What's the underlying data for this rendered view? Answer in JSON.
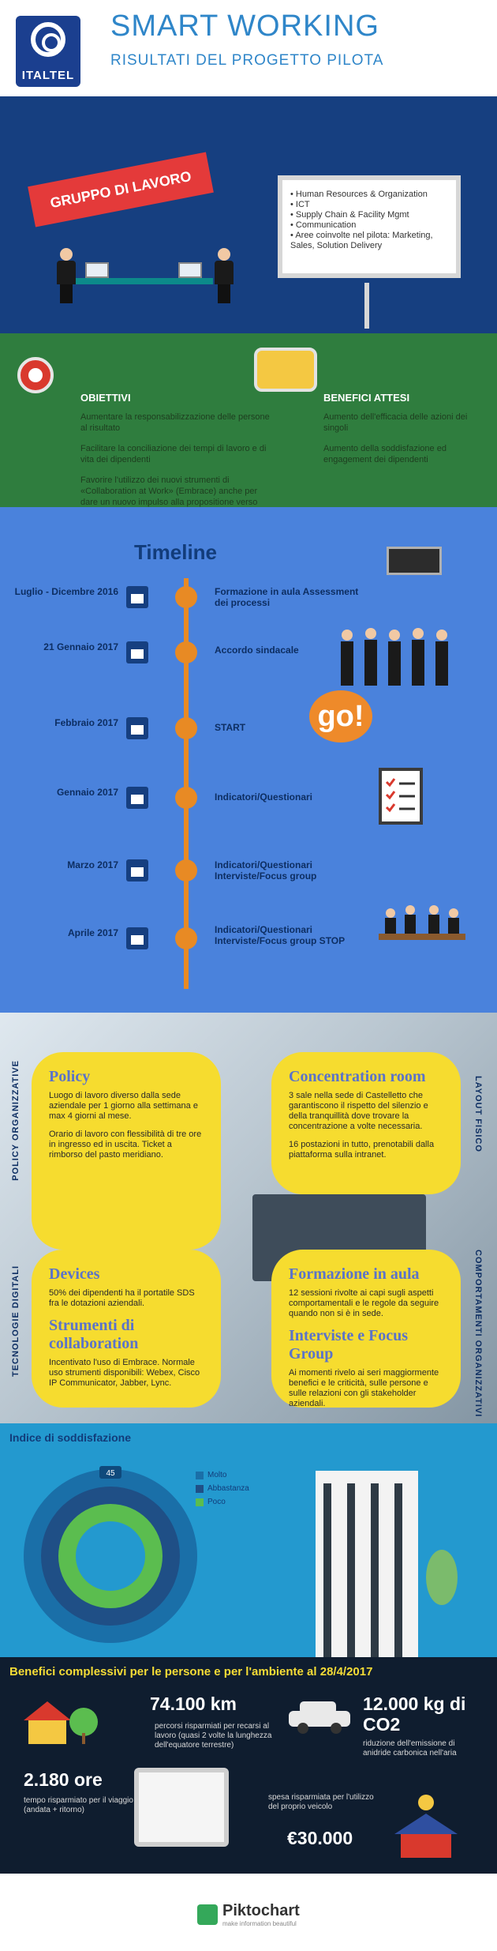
{
  "header": {
    "brand": "ITALTEL",
    "title": "SMART WORKING",
    "subtitle": "RISULTATI DEL PROGETTO PILOTA"
  },
  "team": {
    "ribbon": "GRUPPO DI LAVORO",
    "board_items": [
      "Human Resources & Organization",
      "ICT",
      "Supply Chain & Facility Mgmt",
      "Communication",
      "Aree coinvolte nel pilota: Marketing, Sales, Solution Delivery"
    ]
  },
  "objectives": {
    "left_head": "OBIETTIVI",
    "left_items": [
      "Aumentare la responsabilizzazione delle persone al risultato",
      "Facilitare la conciliazione dei tempi di lavoro e di vita dei dipendenti",
      "Favorire l'utilizzo dei nuovi strumenti di «Collaboration at Work» (Embrace) anche per dare un nuovo impulso alla propositione verso l'esterno"
    ],
    "right_head": "BENEFICI ATTESI",
    "right_items": [
      "Aumento dell'efficacia delle azioni dei singoli",
      "Aumento della soddisfazione ed engagement dei dipendenti"
    ]
  },
  "timeline": {
    "title": "Timeline",
    "events": [
      {
        "date": "Luglio - Dicembre 2016",
        "event": "Formazione in aula Assessment dei processi"
      },
      {
        "date": "21 Gennaio 2017",
        "event": "Accordo sindacale"
      },
      {
        "date": "Febbraio 2017",
        "event": "START"
      },
      {
        "date": "Gennaio 2017",
        "event": "Indicatori/Questionari"
      },
      {
        "date": "Marzo 2017",
        "event": "Indicatori/Questionari Interviste/Focus group"
      },
      {
        "date": "Aprile 2017",
        "event": "Indicatori/Questionari Interviste/Focus group STOP"
      }
    ],
    "go_badge": "go!"
  },
  "policy": {
    "left_label_top": "POLICY ORGANIZZATIVE",
    "left_label_bottom": "TECNOLOGIE DIGITALI",
    "right_label_top": "LAYOUT FISICO",
    "right_label_bottom": "COMPORTAMENTI ORGANIZZATIVI",
    "card_policy": {
      "title": "Policy",
      "p1": "Luogo di lavoro diverso dalla sede aziendale per 1 giorno alla settimana e max 4 giorni al mese.",
      "p2": "Orario di lavoro con flessibilità di tre ore in ingresso ed in uscita. Ticket a rimborso del pasto meridiano."
    },
    "card_conc": {
      "title": "Concentration room",
      "p1": "3 sale nella sede di Castelletto che garantiscono il rispetto del silenzio e della tranquillità dove trovare la concentrazione a volte necessaria.",
      "p2": "16 postazioni in tutto, prenotabili dalla piattaforma sulla intranet."
    },
    "card_dev": {
      "title": "Devices",
      "p1": "50% dei dipendenti ha il portatile SDS fra le dotazioni aziendali.",
      "title2": "Strumenti di collaboration",
      "p2": "Incentivato l'uso di Embrace. Normale uso strumenti disponibili: Webex, Cisco IP Communicator, Jabber, Lync."
    },
    "card_form": {
      "title": "Formazione in aula",
      "p1": "12 sessioni rivolte ai capi sugli aspetti comportamentali e le regole da seguire quando non si è in sede.",
      "title2": "Interviste e Focus Group",
      "p2": "Ai momenti rivelo ai seri maggiormente benefici e le criticità, sulle persone e sulle relazioni con gli stakeholder aziendali."
    }
  },
  "survey": {
    "title": "Indice di soddisfazione",
    "legend": [
      "Molto",
      "Abbastanza",
      "Poco"
    ],
    "percent_label": "45"
  },
  "benefits": {
    "title": "Benefici complessivi per le persone e per l'ambiente al 28/4/2017",
    "km": "74.100 km",
    "km_desc": "percorsi risparmiati per recarsi al lavoro (quasi 2 volte la lunghezza dell'equatore terrestre)",
    "co2": "12.000 kg di CO2",
    "co2_desc": "riduzione dell'emissione di anidride carbonica nell'aria",
    "hours": "2.180 ore",
    "hours_desc": "tempo risparmiato per il viaggio (andata + ritorno)",
    "money_desc": "spesa risparmiata per l'utilizzo del proprio veicolo",
    "money": "€30.000"
  },
  "footer": {
    "brand": "Piktochart",
    "tagline": "make information beautiful"
  },
  "colors": {
    "brand_blue": "#1b3f8f",
    "accent_red": "#e43a3a",
    "green": "#2f7d3e",
    "timeline_blue": "#4a82dc",
    "orange": "#e88a24",
    "yellow": "#f6dc2f"
  }
}
